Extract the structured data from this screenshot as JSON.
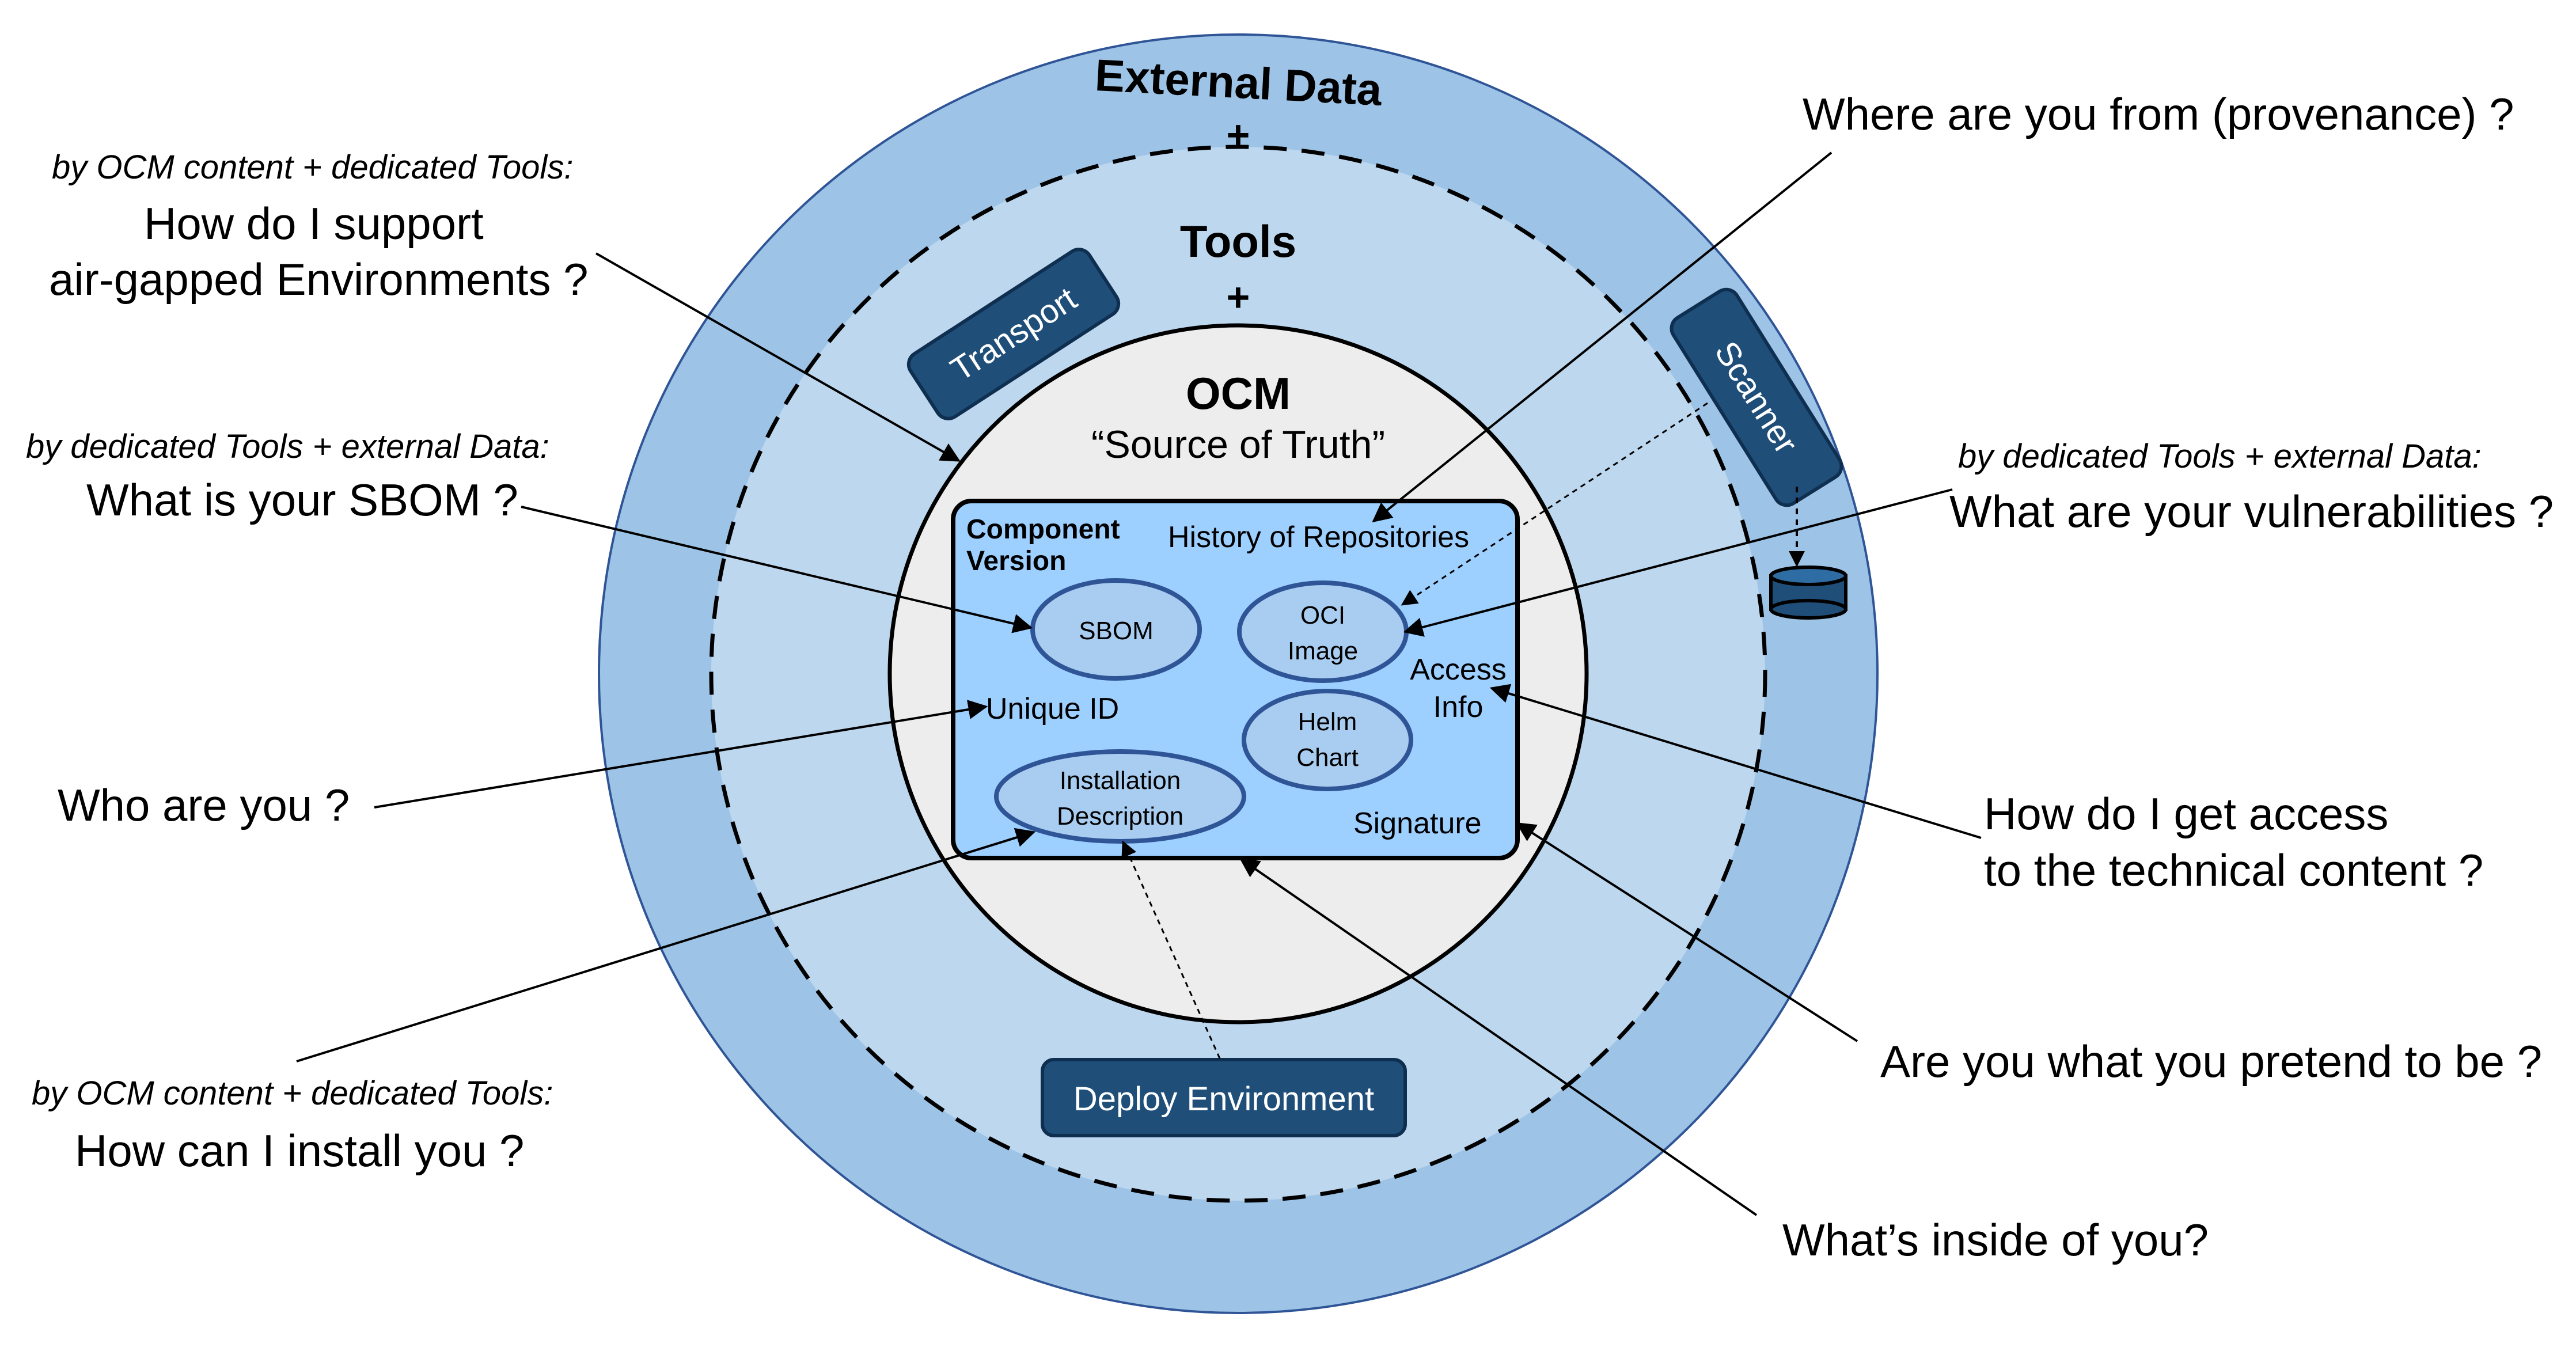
{
  "rings": {
    "external_data_title": "External Data",
    "tools_title": "Tools",
    "plus": "+"
  },
  "ocm": {
    "title": "OCM",
    "subtitle": "“Source of Truth”"
  },
  "component_version": {
    "label_line1": "Component",
    "label_line2": "Version",
    "history": "History of Repositories",
    "unique_id": "Unique ID",
    "access_line1": "Access",
    "access_line2": "Info",
    "signature": "Signature",
    "sbom": "SBOM",
    "oci_line1": "OCI",
    "oci_line2": "Image",
    "helm_line1": "Helm",
    "helm_line2": "Chart",
    "install_line1": "Installation",
    "install_line2": "Description"
  },
  "tools": {
    "transport": "Transport",
    "scanner": "Scanner",
    "deploy": "Deploy Environment"
  },
  "questions": {
    "airgap_note": "by OCM content + dedicated Tools:",
    "airgap_line1": "How do I support",
    "airgap_line2": "air-gapped Environments ?",
    "sbom_note": "by dedicated Tools + external Data:",
    "sbom_q": "What is your SBOM ?",
    "who": "Who are you ?",
    "install_note": "by OCM content + dedicated Tools:",
    "install_q": "How can I install you ?",
    "provenance": "Where are you from (provenance) ?",
    "vuln_note": "by dedicated Tools + external Data:",
    "vuln_q": "What are your vulnerabilities ?",
    "access_line1": "How do I get access",
    "access_line2": "to the technical content ?",
    "pretend": "Are you what you pretend to be ?",
    "inside": "What’s inside of you?"
  },
  "colors": {
    "outer_ring": "#9dc3e6",
    "middle_ring": "#bdd7ee",
    "core_circle": "#ededed",
    "component_box": "#9dcfff",
    "ellipse_fill": "#a8cdf0",
    "ellipse_stroke": "#2f5597",
    "tool_fill": "#1f4e79",
    "tool_stroke": "#0f2f50"
  }
}
